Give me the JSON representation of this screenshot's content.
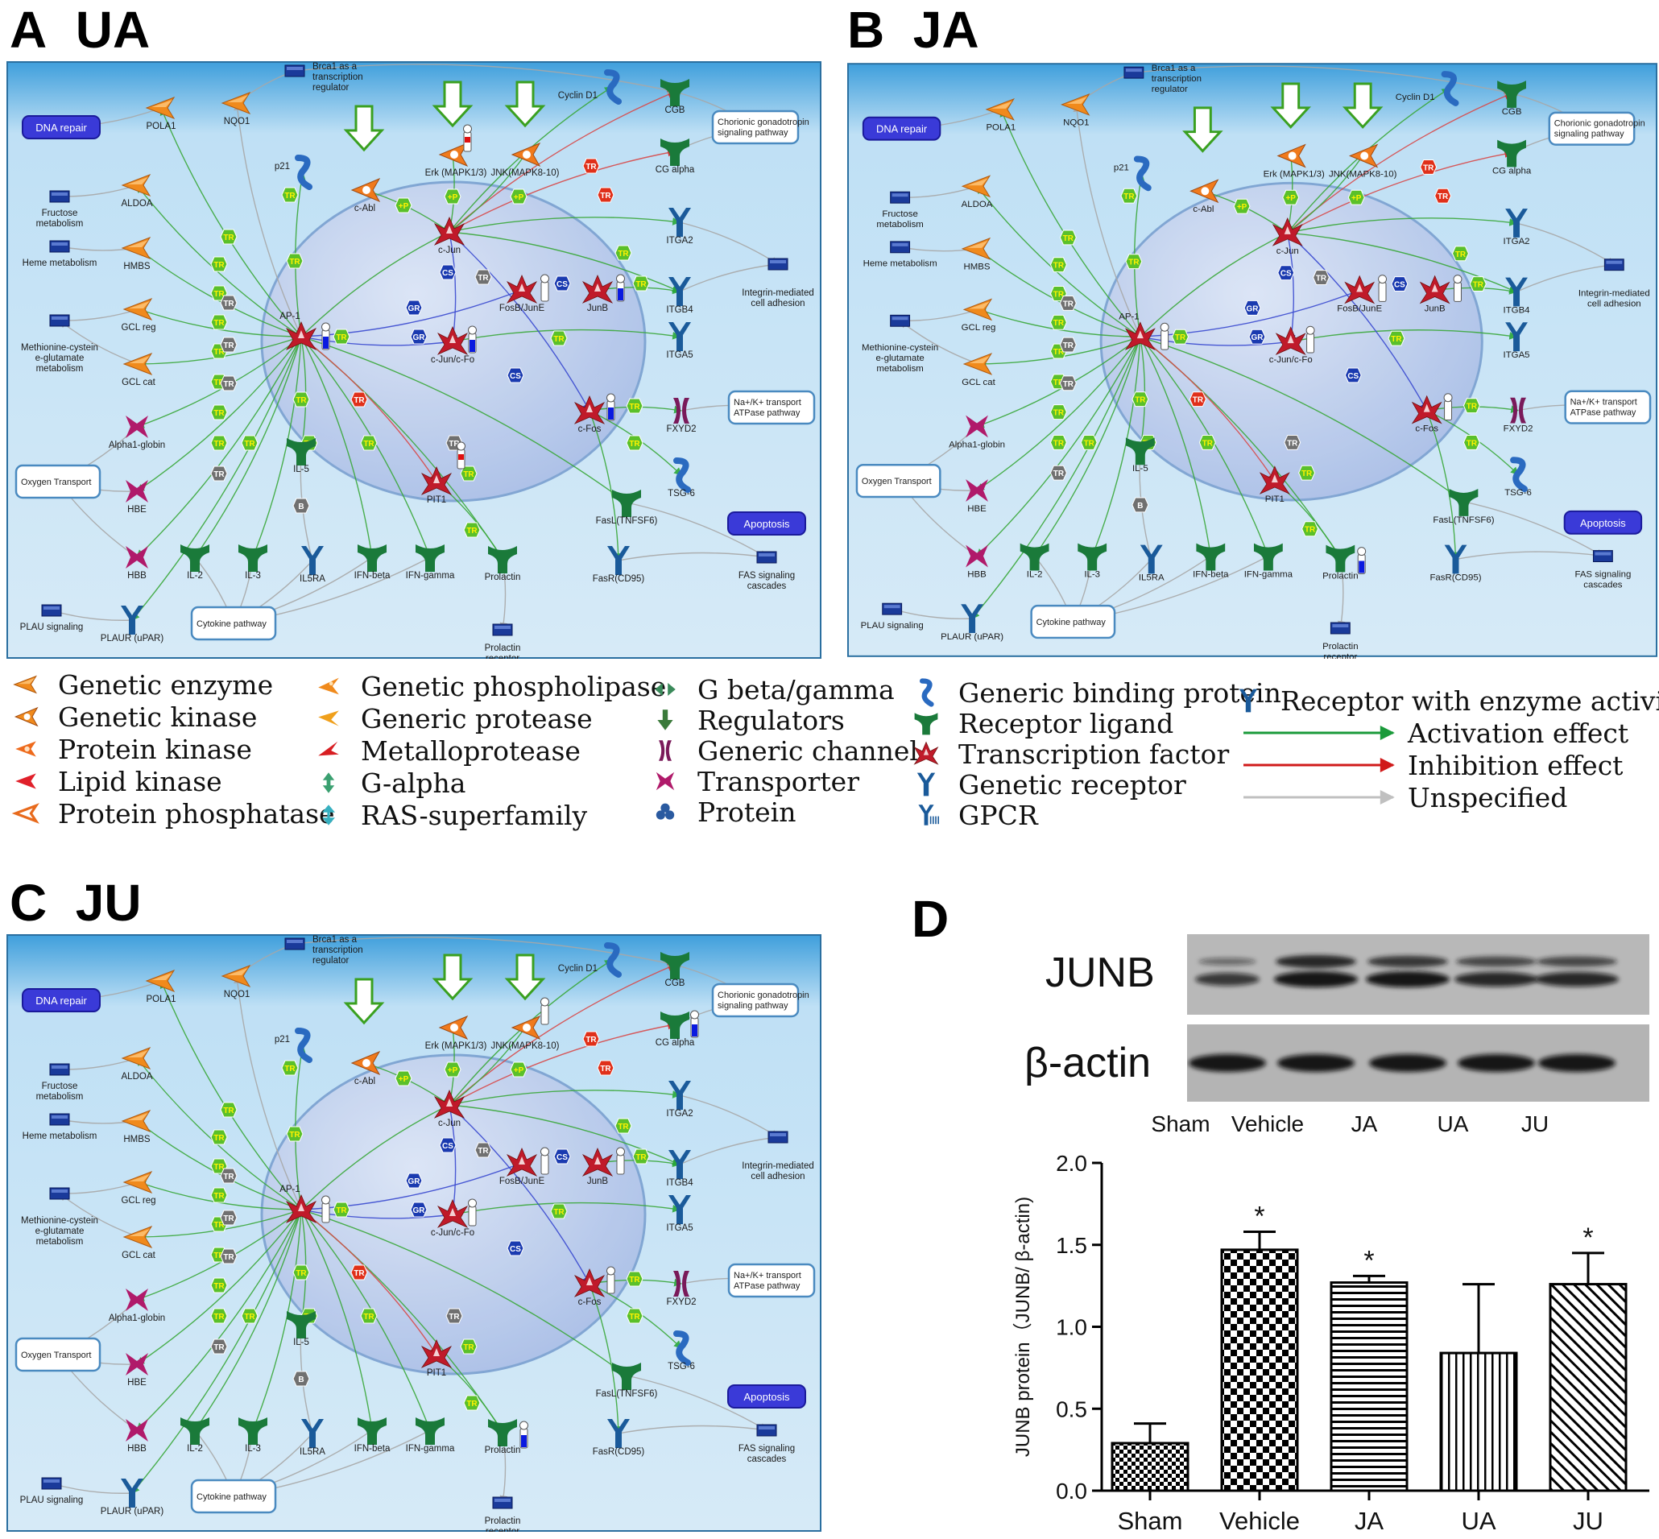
{
  "panels": [
    {
      "letter": "A",
      "group": "UA"
    },
    {
      "letter": "B",
      "group": "JA"
    },
    {
      "letter": "C",
      "group": "JU"
    },
    {
      "letter": "D",
      "group": ""
    }
  ],
  "network": {
    "nodes": [
      {
        "id": "brca1",
        "label": "Brca1 as a transcription regulator",
        "icon": "rect"
      },
      {
        "id": "cyclind1",
        "label": "Cyclin D1",
        "icon": "binding"
      },
      {
        "id": "cgb",
        "label": "CGB",
        "icon": "ligand"
      },
      {
        "id": "chorionic",
        "label": "Chorionic gonadotropin signaling pathway",
        "icon": "pathway"
      },
      {
        "id": "dnarepair",
        "label": "DNA repair",
        "icon": "process"
      },
      {
        "id": "pola1",
        "label": "POLA1",
        "icon": "enzyme"
      },
      {
        "id": "nqo1",
        "label": "NQO1",
        "icon": "enzyme"
      },
      {
        "id": "p21",
        "label": "p21",
        "icon": "binding"
      },
      {
        "id": "erk",
        "label": "Erk (MAPK1/3)",
        "icon": "kinase"
      },
      {
        "id": "jnk",
        "label": "JNK(MAPK8-10)",
        "icon": "kinase"
      },
      {
        "id": "cgalpha",
        "label": "CG alpha",
        "icon": "ligand"
      },
      {
        "id": "fructose",
        "label": "Fructose metabolism",
        "icon": "rect"
      },
      {
        "id": "aldoa",
        "label": "ALDOA",
        "icon": "enzyme"
      },
      {
        "id": "cabl",
        "label": "c-Abl",
        "icon": "kinase"
      },
      {
        "id": "cjun",
        "label": "c-Jun",
        "icon": "tf"
      },
      {
        "id": "itga2",
        "label": "ITGA2",
        "icon": "receptor"
      },
      {
        "id": "integrin",
        "label": "Integrin-mediated cell adhesion",
        "icon": "rect"
      },
      {
        "id": "heme",
        "label": "Heme metabolism",
        "icon": "rect"
      },
      {
        "id": "hmbs",
        "label": "HMBS",
        "icon": "enzyme"
      },
      {
        "id": "fosbjune",
        "label": "FosB/JunE",
        "icon": "tf"
      },
      {
        "id": "junb",
        "label": "JunB",
        "icon": "tf"
      },
      {
        "id": "itgb4",
        "label": "ITGB4",
        "icon": "receptor"
      },
      {
        "id": "gclreg",
        "label": "GCL reg",
        "icon": "enzyme"
      },
      {
        "id": "ap1",
        "label": "AP-1",
        "icon": "tf"
      },
      {
        "id": "methionine",
        "label": "Methionine-cystein e-glutamate metabolism",
        "icon": "rect"
      },
      {
        "id": "cjuncfos",
        "label": "c-Jun/c-Fo",
        "icon": "tf"
      },
      {
        "id": "itga5",
        "label": "ITGA5",
        "icon": "receptor"
      },
      {
        "id": "gclcat",
        "label": "GCL cat",
        "icon": "enzyme"
      },
      {
        "id": "cfos",
        "label": "c-Fos",
        "icon": "tf"
      },
      {
        "id": "fxyd2",
        "label": "FXYD2",
        "icon": "channel"
      },
      {
        "id": "naktransport",
        "label": "Na+/K+ transport ATPase pathway",
        "icon": "pathway"
      },
      {
        "id": "alpha1globin",
        "label": "Alpha1-globin",
        "icon": "transporter"
      },
      {
        "id": "oxygen",
        "label": "Oxygen Transport",
        "icon": "pathway"
      },
      {
        "id": "pit1",
        "label": "PIT1",
        "icon": "tf"
      },
      {
        "id": "il5",
        "label": "IL-5",
        "icon": "ligand"
      },
      {
        "id": "tsg6",
        "label": "TSG-6",
        "icon": "binding"
      },
      {
        "id": "hbe",
        "label": "HBE",
        "icon": "transporter"
      },
      {
        "id": "fasl",
        "label": "FasL(TNFSF6)",
        "icon": "ligand"
      },
      {
        "id": "apoptosis",
        "label": "Apoptosis",
        "icon": "process"
      },
      {
        "id": "hbb",
        "label": "HBB",
        "icon": "transporter"
      },
      {
        "id": "il2",
        "label": "IL-2",
        "icon": "ligand"
      },
      {
        "id": "il3",
        "label": "IL-3",
        "icon": "ligand"
      },
      {
        "id": "il5ra",
        "label": "IL5RA",
        "icon": "receptor"
      },
      {
        "id": "ifnbeta",
        "label": "IFN-beta",
        "icon": "ligand"
      },
      {
        "id": "ifngamma",
        "label": "IFN-gamma",
        "icon": "ligand"
      },
      {
        "id": "prolactin",
        "label": "Prolactin",
        "icon": "ligand"
      },
      {
        "id": "fasr",
        "label": "FasR(CD95)",
        "icon": "receptor"
      },
      {
        "id": "fascascade",
        "label": "FAS signaling cascades",
        "icon": "rect"
      },
      {
        "id": "plau",
        "label": "PLAU signaling",
        "icon": "rect"
      },
      {
        "id": "plaur",
        "label": "PLAUR (uPAR)",
        "icon": "receptor"
      },
      {
        "id": "cytokine",
        "label": "Cytokine pathway",
        "icon": "pathway"
      },
      {
        "id": "prlrec",
        "label": "Prolactin receptor signaling",
        "icon": "rect"
      }
    ],
    "edge_tags": [
      "TR",
      "+P",
      "CS",
      "GR",
      "B"
    ]
  },
  "legend": [
    {
      "label": "Genetic enzyme",
      "icon": "enzyme",
      "color": "#f08a1c"
    },
    {
      "label": "Genetic kinase",
      "icon": "kinase",
      "color": "#f08a1c"
    },
    {
      "label": "Protein kinase",
      "icon": "pkinase",
      "color": "#ee6a1c"
    },
    {
      "label": "Lipid kinase",
      "icon": "lipid",
      "color": "#e0202a"
    },
    {
      "label": "Protein phosphatase",
      "icon": "phosphatase",
      "color": "#e86a1c"
    },
    {
      "label": "Genetic phospholipase",
      "icon": "phospholipase",
      "color": "#f08a1c"
    },
    {
      "label": "Generic protease",
      "icon": "protease",
      "color": "#f0a01c"
    },
    {
      "label": "Metalloprotease",
      "icon": "metallo",
      "color": "#d81e22"
    },
    {
      "label": "G-alpha",
      "icon": "galpha",
      "color": "#3aa070"
    },
    {
      "label": "RAS-superfamily",
      "icon": "ras",
      "color": "#36b0c0"
    },
    {
      "label": "G beta/gamma",
      "icon": "gbeta",
      "color": "#3a8a5a"
    },
    {
      "label": "Regulators",
      "icon": "regulators",
      "color": "#3a7a3a"
    },
    {
      "label": "Generic channel",
      "icon": "channel",
      "color": "#7a1a5a"
    },
    {
      "label": "Transporter",
      "icon": "transporter",
      "color": "#b01a6a"
    },
    {
      "label": "Protein",
      "icon": "protein",
      "color": "#2a5aa0"
    },
    {
      "label": "Generic binding protein",
      "icon": "binding",
      "color": "#2a6ac0"
    },
    {
      "label": "Receptor ligand",
      "icon": "ligand",
      "color": "#1a7a3a"
    },
    {
      "label": "Transcription factor",
      "icon": "tf",
      "color": "#c01a2a"
    },
    {
      "label": "Genetic receptor",
      "icon": "receptor",
      "color": "#1a5a9a"
    },
    {
      "label": "GPCR",
      "icon": "gpcr",
      "color": "#1a5a9a"
    },
    {
      "label": "Receptor with enzyme activity",
      "icon": "receptor",
      "color": "#1a5a9a"
    },
    {
      "label": "Activation effect",
      "icon": "arrow",
      "color": "#1a9a3a"
    },
    {
      "label": "Inhibition effect",
      "icon": "arrow",
      "color": "#d01a1a"
    },
    {
      "label": "Unspecified",
      "icon": "arrow",
      "color": "#c0c0c0"
    }
  ],
  "blot": {
    "rows": [
      "JUNB",
      "β-actin"
    ],
    "lanes": [
      "Sham",
      "Vehicle",
      "JA",
      "UA",
      "JU"
    ]
  },
  "chart_data": {
    "type": "bar",
    "categories": [
      "Sham",
      "Vehicle",
      "JA",
      "UA",
      "JU"
    ],
    "values": [
      0.29,
      1.47,
      1.27,
      0.84,
      1.26
    ],
    "errors": [
      0.12,
      0.11,
      0.04,
      0.42,
      0.19
    ],
    "significant": [
      false,
      true,
      true,
      false,
      true
    ],
    "significance_mark": "*",
    "ylabel": "JUNB protein（JUNB/ β-actin)",
    "ylim": [
      0,
      2.0
    ],
    "yticks": [
      "0.0",
      "0.5",
      "1.0",
      "1.5",
      "2.0"
    ],
    "patterns": [
      "checker-small",
      "checker-large",
      "horizontal",
      "vertical",
      "diagonal"
    ]
  }
}
